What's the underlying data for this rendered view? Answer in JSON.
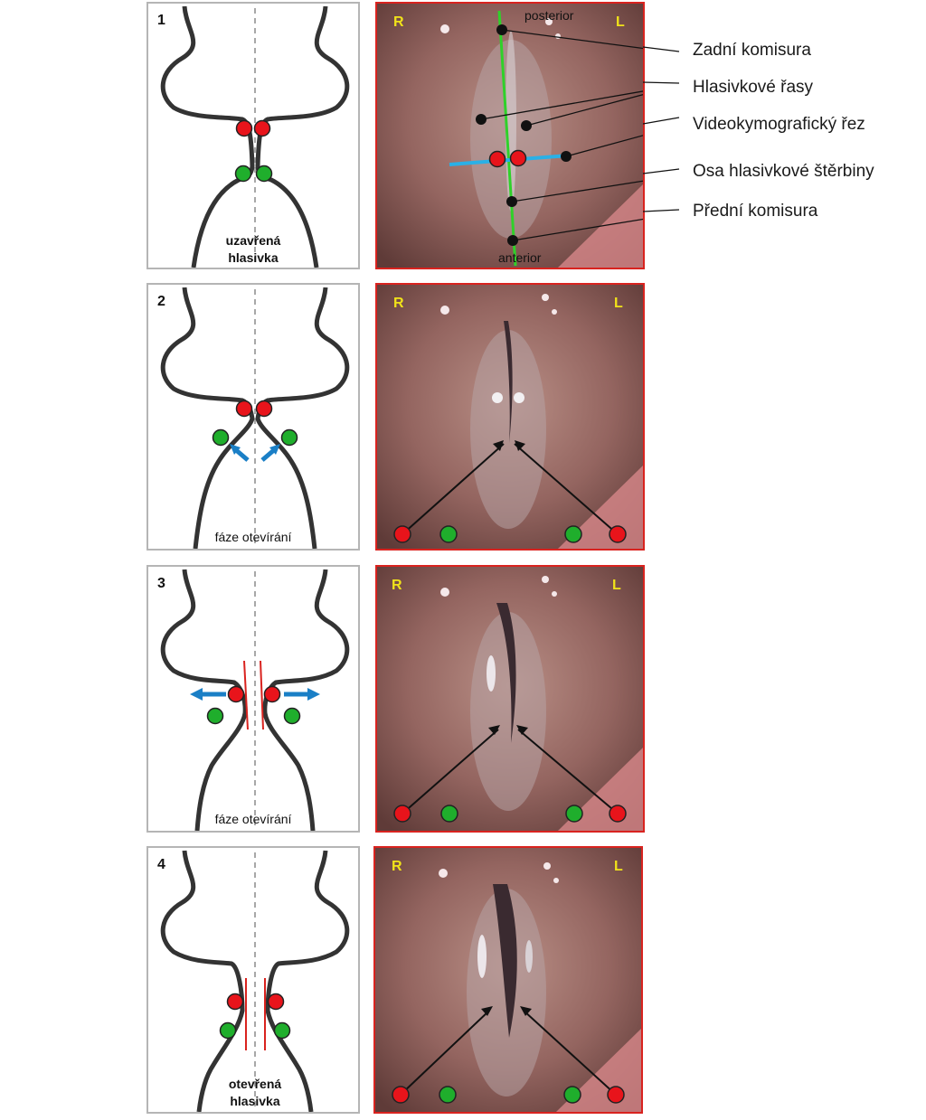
{
  "panels": [
    {
      "number": "1",
      "caption_line1": "uzavřená",
      "caption_line2": "hlasivka",
      "caption_bold": true,
      "side_left": "R",
      "side_right": "L"
    },
    {
      "number": "2",
      "caption_line1": "fáze otevírání",
      "caption_line2": "",
      "caption_bold": false,
      "side_left": "R",
      "side_right": "L"
    },
    {
      "number": "3",
      "caption_line1": "fáze otevírání",
      "caption_line2": "",
      "caption_bold": false,
      "side_left": "R",
      "side_right": "L"
    },
    {
      "number": "4",
      "caption_line1": "otevřená",
      "caption_line2": "hlasivka",
      "caption_bold": true,
      "side_left": "R",
      "side_right": "L"
    }
  ],
  "photo_tags": {
    "top": "posterior",
    "bottom": "anterior"
  },
  "legend": [
    "Zadní komisura",
    "Hlasivkové řasy",
    "Videokymografický řez",
    "Osa hlasivkové štěrbiny",
    "Přední komisura"
  ],
  "colors": {
    "marker_upper": "#e8141b",
    "marker_lower": "#1fae2c",
    "motion_arrow": "#1a7fc6",
    "axis_line": "#2fd12a",
    "kymo_line": "#2ab0e6",
    "photo_border": "#d9231f",
    "side_label": "#f0e21a"
  }
}
